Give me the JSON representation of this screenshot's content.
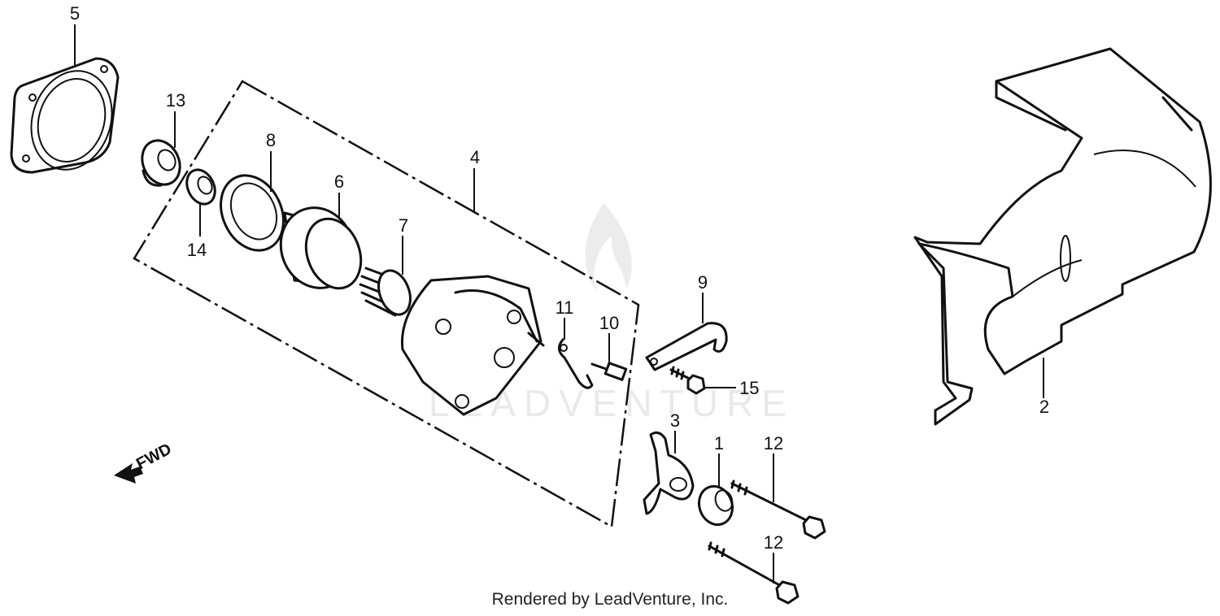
{
  "watermark": "LEADVENTURE",
  "fwd_label": "FWD",
  "credit": "Rendered by LeadVenture, Inc.",
  "callouts": [
    "5",
    "13",
    "8",
    "6",
    "4",
    "7",
    "14",
    "11",
    "10",
    "9",
    "15",
    "3",
    "1",
    "12",
    "12",
    "2"
  ]
}
